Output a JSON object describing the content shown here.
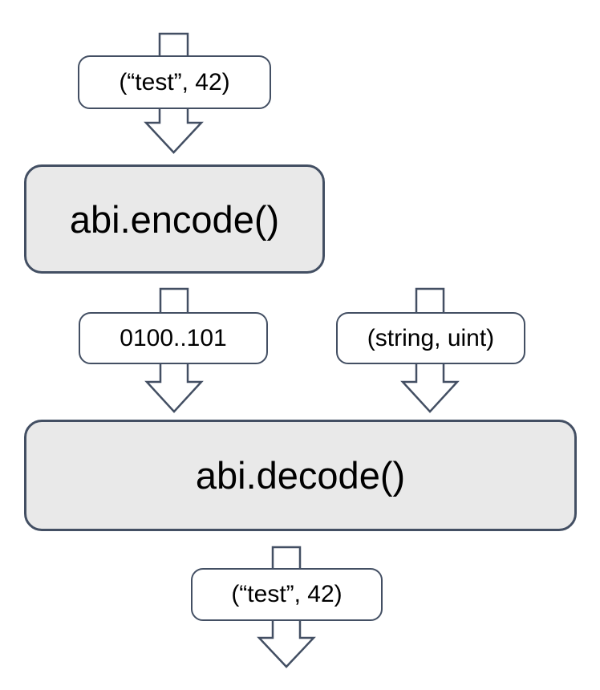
{
  "diagram": {
    "description": "ABI encode/decode data flow",
    "colors": {
      "line": "#434f63",
      "process_fill": "#e9e9e9",
      "value_fill": "#ffffff",
      "text": "#000000",
      "background": "#ffffff"
    },
    "nodes": {
      "input": {
        "label": "(“test”, 42)"
      },
      "encode": {
        "label": "abi.encode()"
      },
      "encoded_bytes": {
        "label": "0100..101"
      },
      "types": {
        "label": "(string, uint)"
      },
      "decode": {
        "label": "abi.decode()"
      },
      "output": {
        "label": "(“test”, 42)"
      }
    },
    "flow": [
      "input -> encode",
      "encode -> encoded_bytes",
      "encoded_bytes -> decode",
      "types -> decode",
      "decode -> output",
      "output -> out"
    ]
  }
}
